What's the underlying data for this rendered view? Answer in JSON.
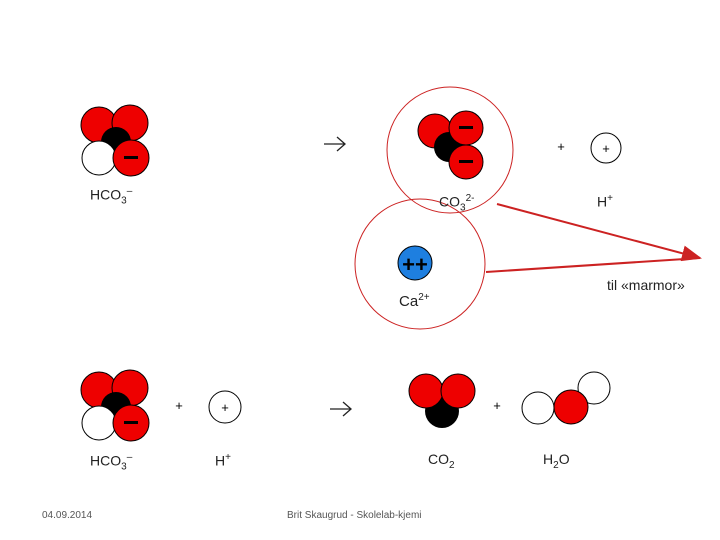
{
  "colors": {
    "oxygen": "#ee0000",
    "carbon": "#000000",
    "hydrogen": "#ffffff",
    "calcium": "#1e7fe0",
    "highlight": "#cc2222"
  },
  "icons": {
    "minus": "minus-sign-icon",
    "plus": "plus-sign-icon",
    "arrow": "reaction-arrow-icon"
  },
  "row1": {
    "plus_ops": [
      "+"
    ],
    "ion_charge": "+",
    "labels": {
      "hco3": {
        "base": "HCO",
        "sub": "3",
        "sup": "–"
      },
      "co3": {
        "base": "CO",
        "sub": "3",
        "sup": "2-"
      },
      "h": {
        "base": "H",
        "sup": "+"
      }
    }
  },
  "calcium": {
    "charge": "++",
    "label": {
      "base": "Ca",
      "sup": "2+"
    }
  },
  "marmor": "til «marmor»",
  "row2": {
    "plus_ops": [
      "+",
      "+"
    ],
    "ion_charge": "+",
    "labels": {
      "hco3": {
        "base": "HCO",
        "sub": "3",
        "sup": "–"
      },
      "h": {
        "base": "H",
        "sup": "+"
      },
      "co2": {
        "base": "CO",
        "sub": "2"
      },
      "h2o": {
        "base": "H",
        "sub": "2",
        "tail": "O"
      }
    }
  },
  "footer": {
    "date": "04.09.2014",
    "author": "Brit Skaugrud - Skolelab-kjemi"
  }
}
